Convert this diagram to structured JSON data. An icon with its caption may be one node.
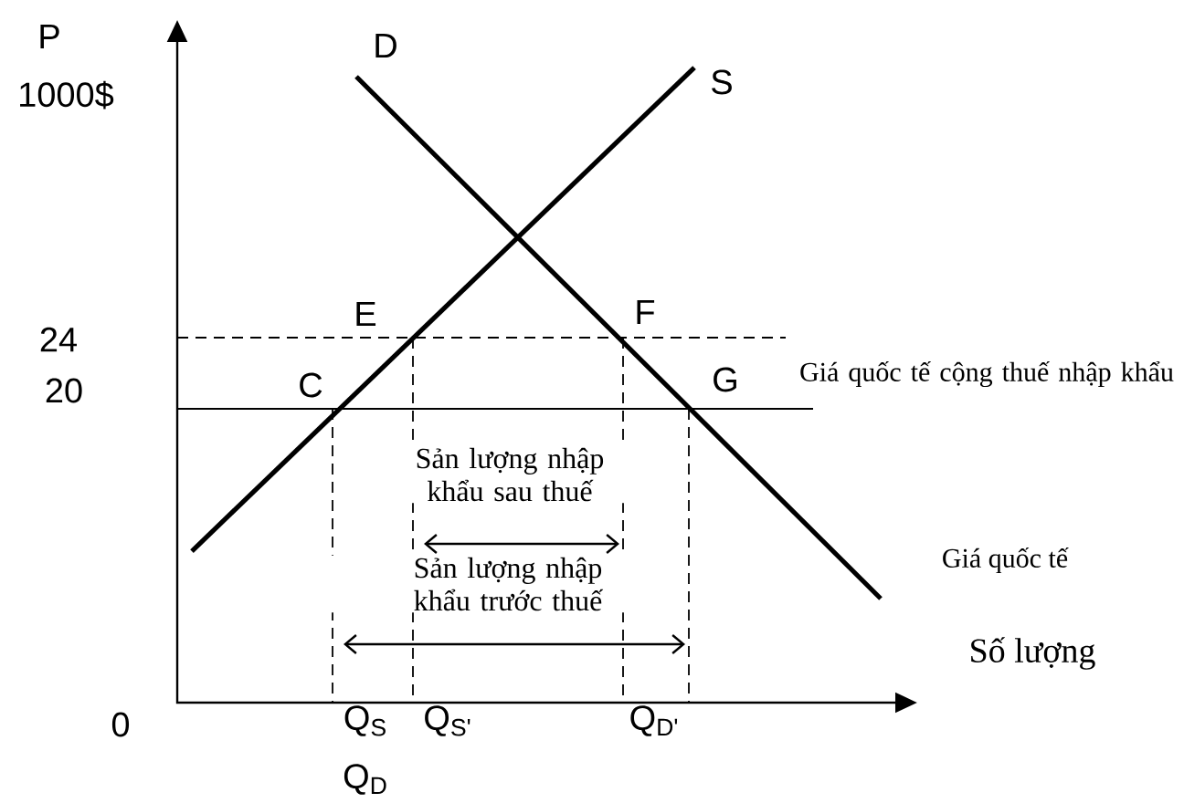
{
  "diagram": {
    "labels": [
      "P",
      "1000$",
      "D",
      "S",
      "24",
      "E",
      "F",
      "Giá quốc tế cộng thuế nhập khẩu",
      "20",
      "C",
      "G",
      "Sản lượng nhập khẩu sau thuế",
      "Sản lượng nhập khẩu trước thuế",
      "Giá quốc tế",
      "0",
      "Số lượng",
      "Q$_{S}$",
      "Q$_{S'}$",
      "Q$_{D'}$",
      "Q$_{D}$"
    ]
  }
}
